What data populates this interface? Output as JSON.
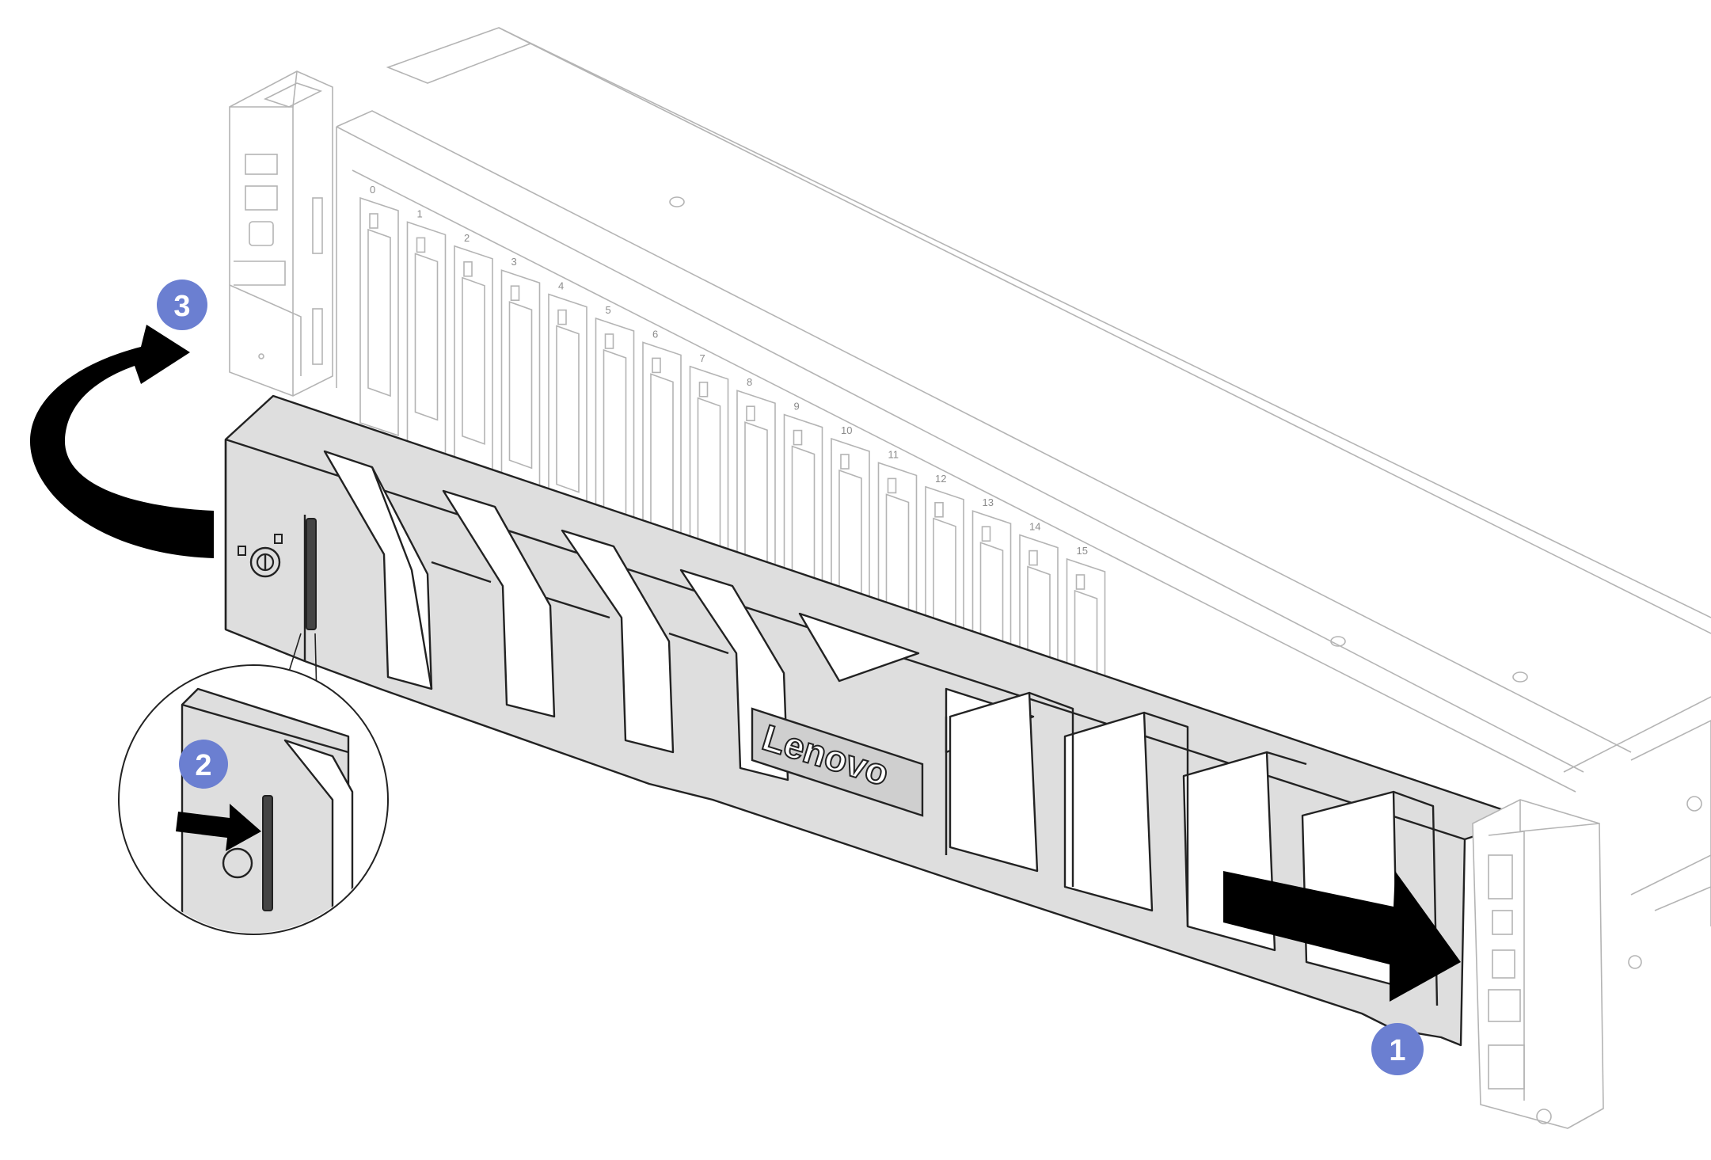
{
  "callouts": [
    {
      "label": "1"
    },
    {
      "label": "2"
    },
    {
      "label": "3"
    }
  ],
  "bezel": {
    "brand": "Lenovo"
  },
  "bays": {
    "labels": [
      "0",
      "1",
      "2",
      "3",
      "4",
      "5",
      "6",
      "7",
      "8",
      "9",
      "10",
      "11",
      "12",
      "13",
      "14",
      "15"
    ]
  },
  "colors": {
    "callout": "#6b7fd1",
    "bezel_fill": "#dedede",
    "chassis_line": "#b4b4b4",
    "arrow": "#000000"
  },
  "icons": [
    "unlock-icon",
    "lock-key-icon",
    "arrow-right-icon",
    "rotate-arrow-icon",
    "magnifier-detail"
  ]
}
